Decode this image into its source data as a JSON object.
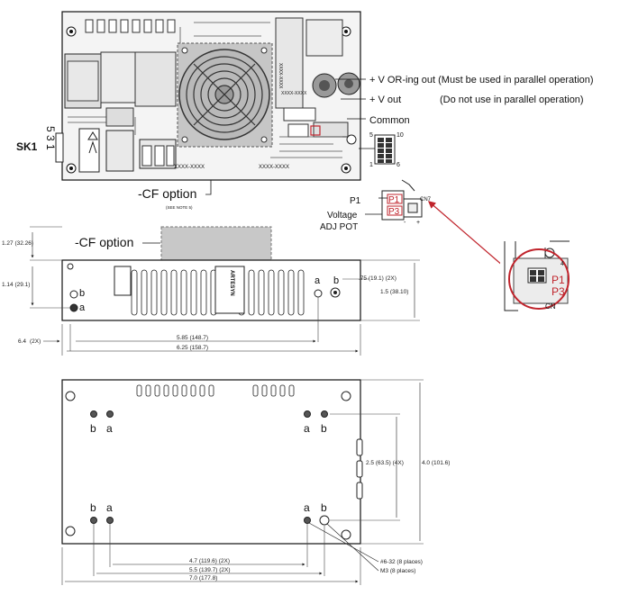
{
  "top_view": {
    "sk1_label": "SK1",
    "sk1_pins": "5 3 1",
    "callouts": {
      "v_oring_out": "+ V OR-ing out (Must be used in parallel operation)",
      "v_out": "+ V out",
      "v_out_note": "(Do not use in parallel operation)",
      "common": "Common"
    },
    "cf_option": "-CF option",
    "see_note": "(SEE NOTE 5)",
    "cn7": {
      "p1": "P1",
      "p3": "P3",
      "cn7_label": "CN7",
      "voltage_adj_line1": "Voltage",
      "voltage_adj_line2": "ADJ POT",
      "minus": "-",
      "plus": "+"
    },
    "connector_pins": {
      "p5": "5",
      "p10": "10",
      "p1": "1",
      "p6": "6"
    },
    "part_labels": [
      "XXXX-XXXX",
      "XXXX-XXXX",
      "XXXX-XXXX",
      "XXXX-XXXX"
    ]
  },
  "zoom_detail": {
    "p1": "P1",
    "p3": "P3",
    "cn_label": "CN",
    "num": "4"
  },
  "side_view": {
    "cf_option": "-CF option",
    "left_dims": {
      "d1": "1.27 (32.26)",
      "d2": "1.14 (29.1)",
      "d3": "6.4",
      "d3_note": "(2X)"
    },
    "right_dims": {
      "hole": ".75 (19.1) (2X)",
      "height": "1.5 (38.10)"
    },
    "bottom_dims": {
      "d1": "5.85 (148.7)",
      "d2": "6.25 (158.7)"
    },
    "hole_labels": [
      "b",
      "a",
      "b",
      "a"
    ],
    "label_text": "ARTESYN"
  },
  "bottom_view": {
    "hole_labels_top": [
      "b",
      "a",
      "a",
      "b"
    ],
    "hole_labels_bottom": [
      "b",
      "a",
      "a",
      "b"
    ],
    "right_dims": {
      "d1": "2.5 (63.5) (4X)",
      "d2": "4.0 (101.6)"
    },
    "bottom_dims": {
      "d1": "4.7 (119.6) (2X)",
      "d2": "5.5 (139.7) (2X)",
      "d3": "7.0 (177.8)"
    },
    "notes": {
      "n1": "#6-32 (8 places)",
      "n2": "M3 (8 places)"
    }
  }
}
